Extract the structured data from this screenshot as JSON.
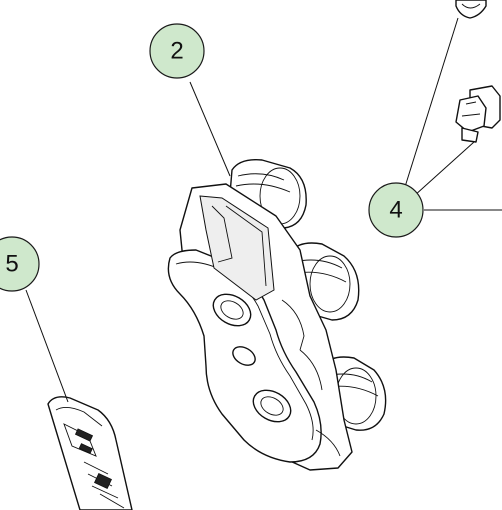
{
  "callouts": {
    "c2": {
      "label": "2"
    },
    "c4": {
      "label": "4"
    },
    "c5": {
      "label": "5"
    }
  },
  "colors": {
    "callout_fill": "#cfe8cc",
    "line": "#111111",
    "background": "#ffffff"
  }
}
